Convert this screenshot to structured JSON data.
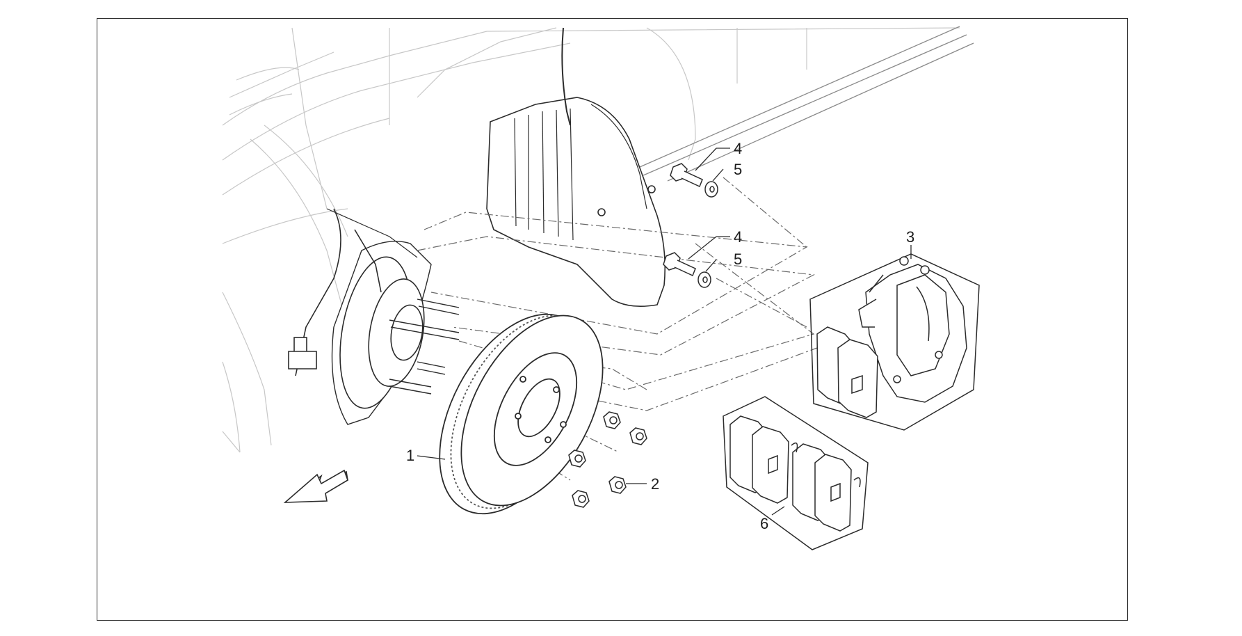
{
  "diagram": {
    "colors": {
      "line": "#2b2b2b",
      "bodyFaint": "#c7c7c7",
      "dashed": "#6a6a6a",
      "hatch": "#555555"
    },
    "callouts": {
      "part_1": "1",
      "part_2": "2",
      "part_3": "3",
      "part_4a": "4",
      "part_5a": "5",
      "part_4b": "4",
      "part_5b": "5",
      "part_6": "6"
    },
    "icons": {
      "direction": "front-direction-arrow-icon"
    }
  }
}
